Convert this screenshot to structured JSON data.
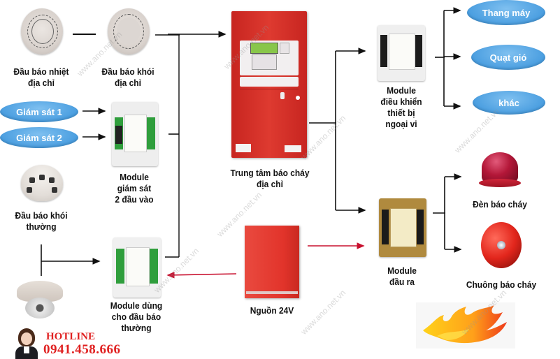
{
  "diagram": {
    "title": "Sơ đồ hệ thống báo cháy địa chỉ",
    "colors": {
      "wire": "#111111",
      "power_wire": "#c8102e",
      "ellipse": "#4a9ee0",
      "panel_red": "#d42a24",
      "hotline_red": "#e02020"
    },
    "nodes": {
      "heat_detector": {
        "label_line1": "Đầu báo nhiệt",
        "label_line2": "địa chỉ",
        "icon": "heat-detector-icon"
      },
      "smoke_detector_addr": {
        "label_line1": "Đầu báo khói",
        "label_line2": "địa chỉ",
        "icon": "smoke-detector-icon"
      },
      "supervise_1": {
        "label": "Giám sát 1"
      },
      "supervise_2": {
        "label": "Giám sát 2"
      },
      "monitor_module": {
        "label_line1": "Module",
        "label_line2": "giám sát",
        "label_line3": "2 đầu vào",
        "icon": "monitor-module-icon"
      },
      "smoke_detector_conv": {
        "label_line1": "Đầu báo khói",
        "label_line2": "thường",
        "icon": "conventional-smoke-detector-icon"
      },
      "conventional_module": {
        "label_line1": "Module dùng",
        "label_line2": "cho đầu báo",
        "label_line3": "thường",
        "icon": "zone-module-icon"
      },
      "panel": {
        "label_line1": "Trung tâm báo cháy",
        "label_line2": "địa chỉ",
        "icon": "fire-alarm-panel-icon"
      },
      "power_supply": {
        "label": "Nguồn 24V",
        "icon": "power-supply-icon"
      },
      "control_module": {
        "label_line1": "Module",
        "label_line2": "điều khiển",
        "label_line3": "thiết bị",
        "label_line4": "ngoại vi",
        "icon": "control-module-icon"
      },
      "elevator": {
        "label": "Thang máy"
      },
      "fan": {
        "label": "Quạt gió"
      },
      "other": {
        "label": "khác"
      },
      "output_module": {
        "label_line1": "Module",
        "label_line2": "đầu ra",
        "icon": "output-module-icon"
      },
      "strobe": {
        "label": "Đèn báo cháy",
        "icon": "strobe-light-icon"
      },
      "bell": {
        "label": "Chuông báo cháy",
        "icon": "fire-bell-icon"
      },
      "flame": {
        "icon": "flame-icon"
      }
    },
    "watermark": "www.ano.net.vn",
    "hotline": {
      "title": "HOTLINE",
      "number": "0941.458.666",
      "icon": "support-agent-icon"
    }
  }
}
